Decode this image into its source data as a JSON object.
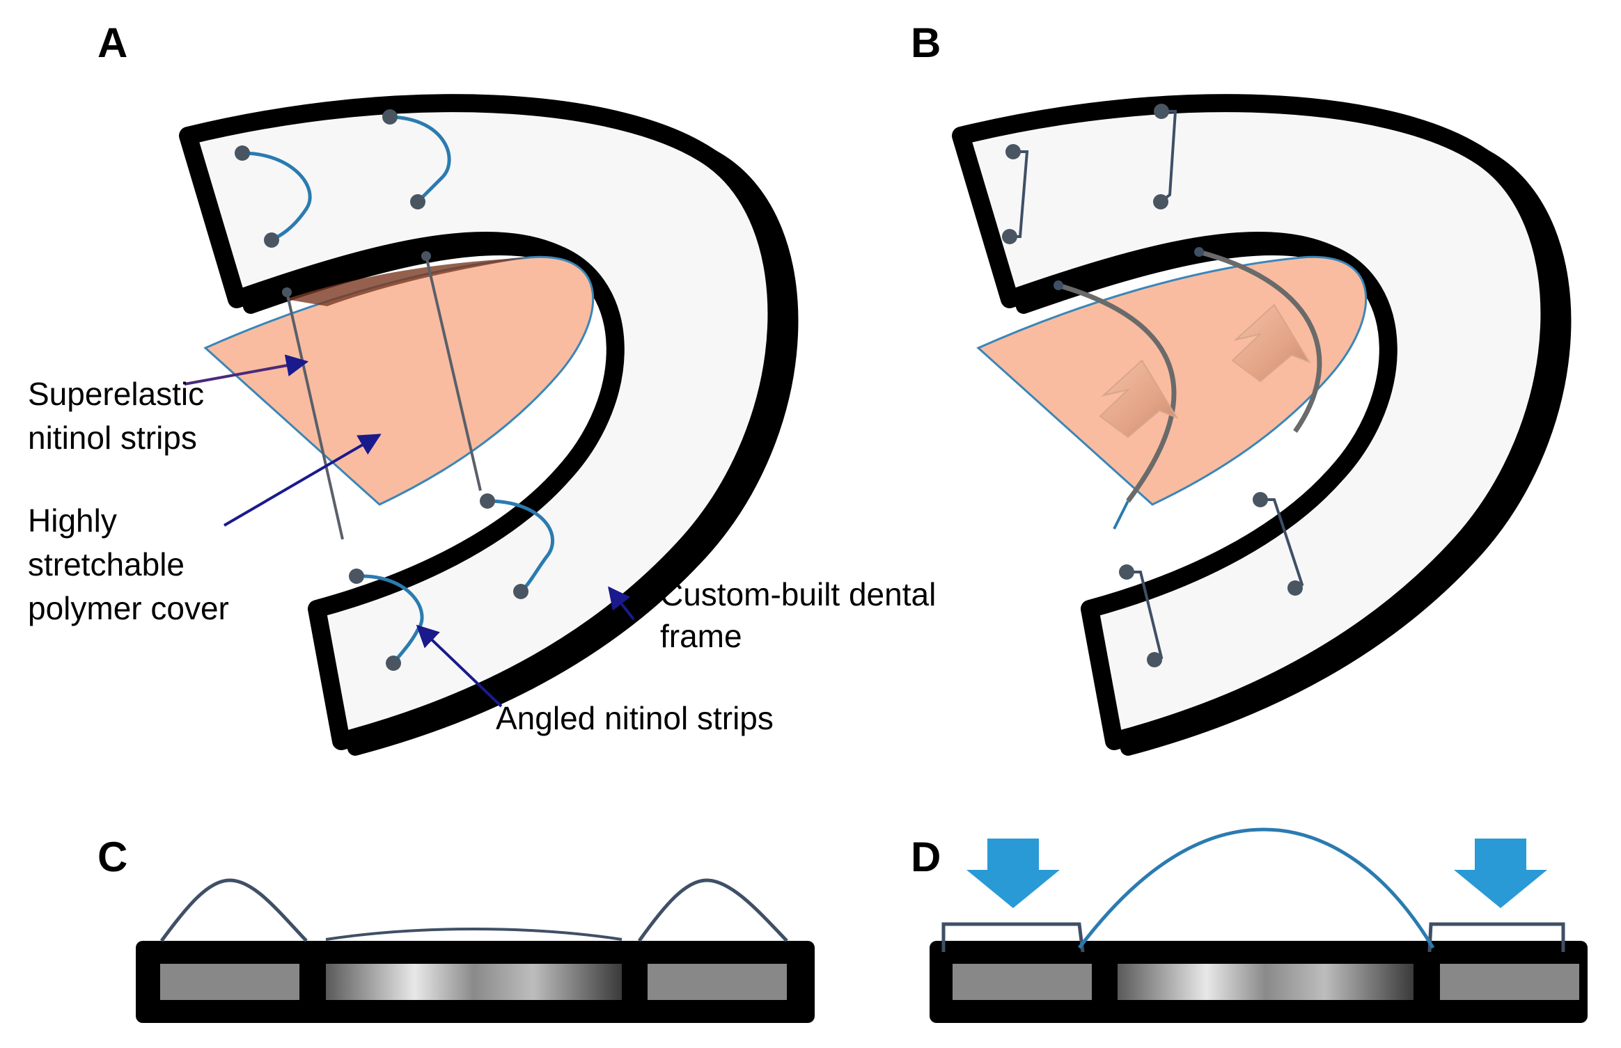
{
  "panels": {
    "a": {
      "letter": "A"
    },
    "b": {
      "letter": "B"
    },
    "c": {
      "letter": "C"
    },
    "d": {
      "letter": "D"
    }
  },
  "labels": {
    "superelastic": [
      "Superelastic",
      "nitinol strips"
    ],
    "polymer": [
      "Highly",
      "stretchable",
      "polymer cover"
    ],
    "frame": [
      "Custom-built dental",
      "frame"
    ],
    "angled": "Angled nitinol strips"
  },
  "colors": {
    "frame": "#000000",
    "frame_fill": "#f7f7f7",
    "cover": "#f9bca0",
    "cover_edge": "#3a86b8",
    "strip": "#2a7bb0",
    "strip_dark": "#3f4f66",
    "node": "#4a5562",
    "arrow_dark": "#1a1a8c",
    "press_arrow": "#2a9ad6",
    "block_gray": "#888888"
  }
}
